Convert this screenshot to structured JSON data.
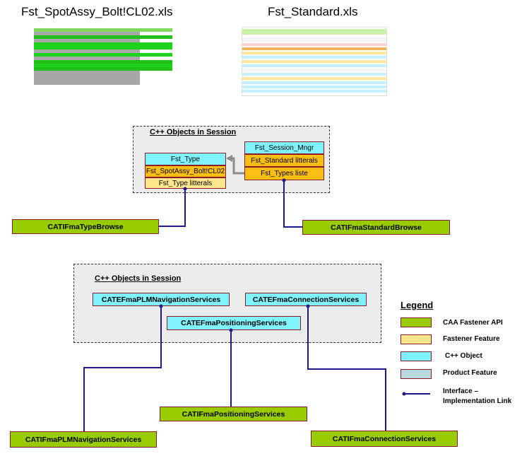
{
  "top": {
    "left_file_title": "Fst_SpotAssy_Bolt!CL02.xls",
    "right_file_title": "Fst_Standard.xls"
  },
  "group1": {
    "title": "C++ Objects in Session",
    "fst_type": "Fst_Type",
    "fst_spotassy": "Fst_SpotAssy_Bolt!CL02",
    "fst_type_litterals": "Fst_Type litterals",
    "fst_session_mngr": "Fst_Session_Mngr",
    "fst_standard_litterals": "Fst_Standard litterals",
    "fst_types_liste": "Fst_Types liste"
  },
  "apis_top": {
    "type_browse": "CATIFmaTypeBrowse",
    "standard_browse": "CATIFmaStandardBrowse"
  },
  "group2": {
    "title": "C++ Objects in Session",
    "plm_nav": "CATEFmaPLMNavigationServices",
    "connection": "CATEFmaConnectionServices",
    "positioning": "CATEFmaPositioningServices"
  },
  "apis_bottom": {
    "positioning": "CATIFmaPositioningServices",
    "plm_nav": "CATIFmaPLMNavigationServices",
    "connection": "CATIFmaConnectionServices"
  },
  "legend": {
    "title": "Legend",
    "items": [
      {
        "label": "CAA Fastener API",
        "color": "#99cc00"
      },
      {
        "label": "Fastener Feature",
        "color": "#fde68e"
      },
      {
        "label": "C++ Object",
        "color": "#7ff4ff"
      },
      {
        "label": "Product Feature",
        "color": "#b9d9de"
      }
    ],
    "link_label_1": "Interface –",
    "link_label_2": "Implementation Link"
  }
}
